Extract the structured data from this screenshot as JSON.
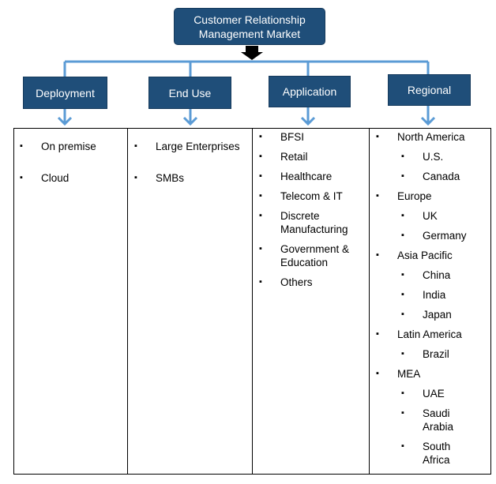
{
  "title": "Customer Relationship Management Market",
  "categories": [
    {
      "label": "Deployment",
      "items": [
        {
          "label": "On premise",
          "children": []
        },
        {
          "label": "Cloud",
          "children": []
        }
      ]
    },
    {
      "label": "End Use",
      "items": [
        {
          "label": "Large Enterprises",
          "children": []
        },
        {
          "label": "SMBs",
          "children": []
        }
      ]
    },
    {
      "label": "Application",
      "items": [
        {
          "label": "BFSI",
          "children": []
        },
        {
          "label": "Retail",
          "children": []
        },
        {
          "label": "Healthcare",
          "children": []
        },
        {
          "label": "Telecom & IT",
          "children": []
        },
        {
          "label": "Discrete Manufacturing",
          "children": []
        },
        {
          "label": "Government & Education",
          "children": []
        },
        {
          "label": "Others",
          "children": []
        }
      ]
    },
    {
      "label": "Regional",
      "items": [
        {
          "label": "North America",
          "children": [
            "U.S.",
            "Canada"
          ]
        },
        {
          "label": "Europe",
          "children": [
            "UK",
            "Germany"
          ]
        },
        {
          "label": "Asia Pacific",
          "children": [
            "China",
            "India",
            "Japan"
          ]
        },
        {
          "label": "Latin America",
          "children": [
            "Brazil"
          ]
        },
        {
          "label": "MEA",
          "children": [
            "UAE",
            "Saudi Arabia",
            "South Africa"
          ]
        }
      ]
    }
  ],
  "colors": {
    "box_fill": "#1f4e79",
    "connector": "#5b9bd5",
    "text": "#000000"
  }
}
